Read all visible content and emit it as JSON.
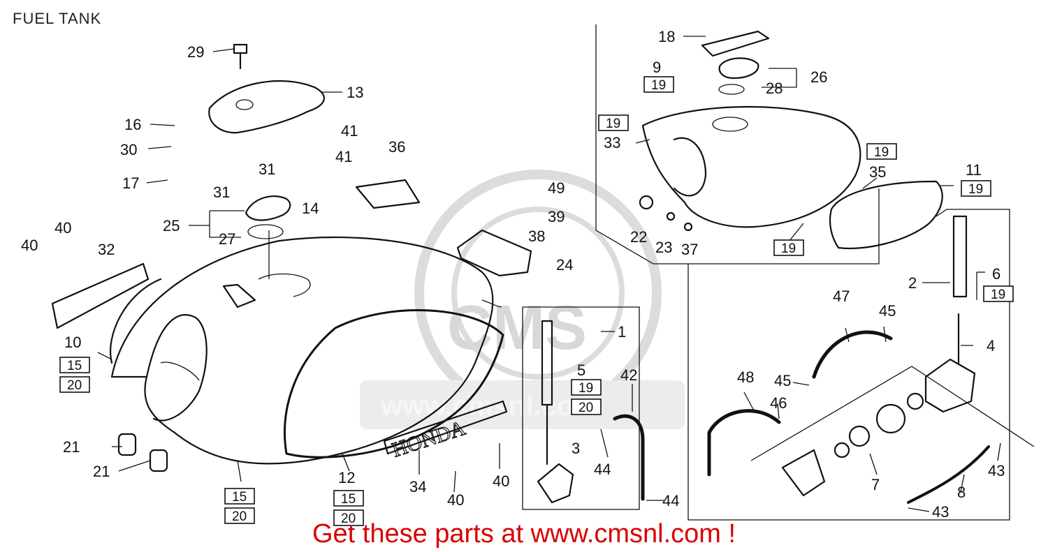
{
  "title": "FUEL TANK",
  "footer": "Get these parts at www.cmsnl.com !",
  "watermark": {
    "logo_text": "CMS",
    "url_text": "www.cmsnl.com"
  },
  "emblem_text": "HONDA",
  "colors": {
    "footer_red": "#d90000",
    "line": "#111111",
    "watermark": "#d8d8d8"
  },
  "callouts": {
    "c29": "29",
    "c13": "13",
    "c16": "16",
    "c30": "30",
    "c17": "17",
    "c31a": "31",
    "c31b": "31",
    "c41a": "41",
    "c41b": "41",
    "c14": "14",
    "c36": "36",
    "c25": "25",
    "c27": "27",
    "c40a": "40",
    "c40b": "40",
    "c32": "32",
    "c10": "10",
    "c21a": "21",
    "c21b": "21",
    "c49": "49",
    "c39": "39",
    "c38": "38",
    "c24": "24",
    "c1": "1",
    "c5": "5",
    "c3": "3",
    "c42": "42",
    "c44a": "44",
    "c44b": "44",
    "c34": "34",
    "c40c": "40",
    "c40d": "40",
    "c12": "12",
    "c18": "18",
    "c9": "9",
    "c26": "26",
    "c28": "28",
    "c33": "33",
    "c35": "35",
    "c11": "11",
    "c22": "22",
    "c23": "23",
    "c37": "37",
    "c2": "2",
    "c6": "6",
    "c47": "47",
    "c45a": "45",
    "c45b": "45",
    "c4": "4",
    "c48": "48",
    "c46": "46",
    "c7": "7",
    "c43a": "43",
    "c43b": "43",
    "c8": "8"
  },
  "boxed_refs": {
    "b15a": "15",
    "b20a": "20",
    "b15b": "15",
    "b20b": "20",
    "b15c": "15",
    "b20c": "20",
    "b19a": "19",
    "b20d": "20",
    "b19b": "19",
    "b19c": "19",
    "b19d": "19",
    "b19e": "19",
    "b19f": "19",
    "b19g": "19"
  }
}
